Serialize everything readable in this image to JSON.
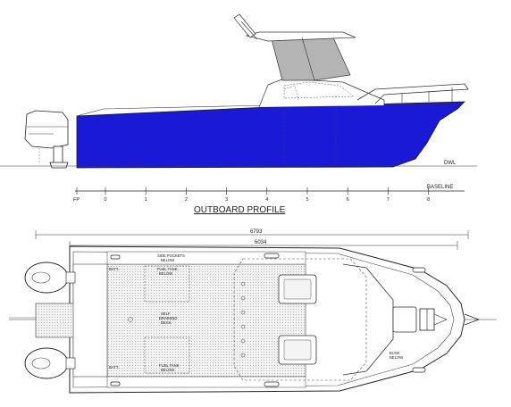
{
  "profile": {
    "title": "OUTBOARD PROFILE",
    "waterline_label": "DWL",
    "baseline_label": "BASELINE",
    "station_origin": "FP",
    "stations": [
      "0",
      "1",
      "2",
      "3",
      "4",
      "5",
      "6",
      "7",
      "8"
    ]
  },
  "plan": {
    "overall_length": "6793",
    "hull_length": "6034",
    "labels": {
      "side_pockets": [
        "SIDE POCKETS",
        "BELOW"
      ],
      "fuel_tank_top": [
        "FUEL TANK",
        "BELOW"
      ],
      "fuel_tank_bottom": [
        "FUEL TANK",
        "BELOW"
      ],
      "self_draining": [
        "SELF",
        "DRAINING",
        "DECK"
      ],
      "bunk": [
        "BUNK",
        "BELOW"
      ],
      "batt_top": "BATT.",
      "batt_bottom": "BATT."
    }
  },
  "colors": {
    "hull": "#1a1ad6",
    "canopy": "#b4b4b4",
    "line": "#333333"
  }
}
